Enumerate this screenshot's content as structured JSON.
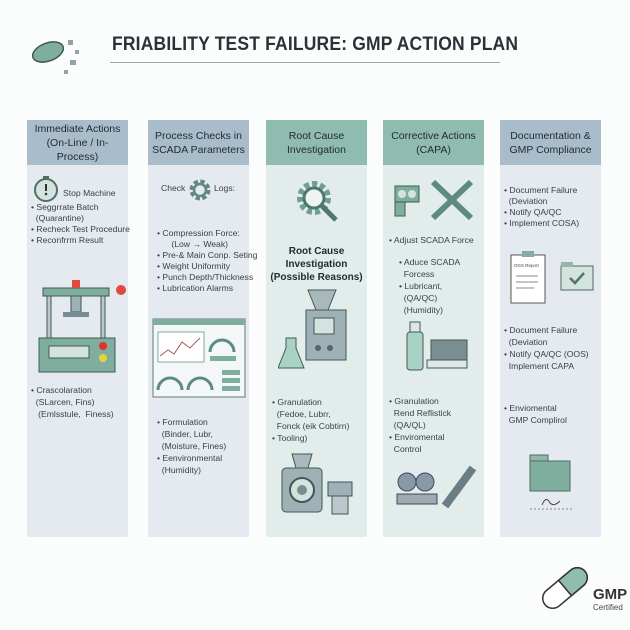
{
  "title": "FRIABILITY TEST FAILURE: GMP ACTION PLAN",
  "columns": [
    {
      "header": "Immediate Actions (On-Line / In-Process)",
      "top_label": "Stop Machine",
      "list1": [
        "• Seggrrate Batch",
        "  (Quarantine)",
        "• Recheck Test Procedure",
        "• Reconfrrm Result"
      ],
      "list2": [
        "• Crascolaration",
        "  (SLarcen, Fins)",
        "   (Emlsstule,  Finess)"
      ]
    },
    {
      "header": "Process Checks in SCADA Parameters",
      "check": "Check",
      "logs": "Logs:",
      "list1": [
        "• Compression Force:",
        "      (Low → Weak)",
        "• Pre-& Main Conp. Seting",
        "• Weight Uniformity",
        "• Punch Depth/Thickness",
        "• Lubrication Alarms"
      ],
      "list2": [
        "• Formulation",
        "  (Binder, Lubr,",
        "  (Moisture, Fines)",
        "• Eenvironmental",
        "  (Humidity)"
      ]
    },
    {
      "header": "Root Cause Investigation",
      "subtitle": "Root Cause Investigation (Possible Reasons)",
      "list1": [
        "• Granulation",
        "  (Fedoe, Lubrr,",
        "  Fonck (eik Cobtirn)",
        "• Tooling)"
      ]
    },
    {
      "header": "Corrective Actions (CAPA)",
      "list1": [
        "• Adjust SCADA Force"
      ],
      "list2": [
        "• Aduce SCADA",
        "  Forcess",
        "• Lubricant,",
        "  (QA/QC)",
        "  (Humidity)"
      ],
      "list3": [
        "• Granulation",
        "  Rend Reflistick",
        "  (QA/QL)",
        "• Enviromental",
        "  Control"
      ]
    },
    {
      "header": "Documentation & GMP Compliance",
      "report_label": "OGS Report",
      "list1": [
        "• Document Failure",
        "  (Deviation",
        "• Notify QA/QC",
        "• Implement COSA)"
      ],
      "list2": [
        "• Document Failure",
        "  (Deviation",
        "• Notify QA/QC (OOS)",
        "  Implement CAPA"
      ],
      "list3": [
        "• Enviomental",
        "  GMP Complirol"
      ]
    }
  ],
  "badge": {
    "main": "GMP",
    "sub": "Certified"
  },
  "colors": {
    "blue_header": "#a9bccb",
    "green_header": "#8fbcae",
    "icon": "#6f9e92"
  }
}
